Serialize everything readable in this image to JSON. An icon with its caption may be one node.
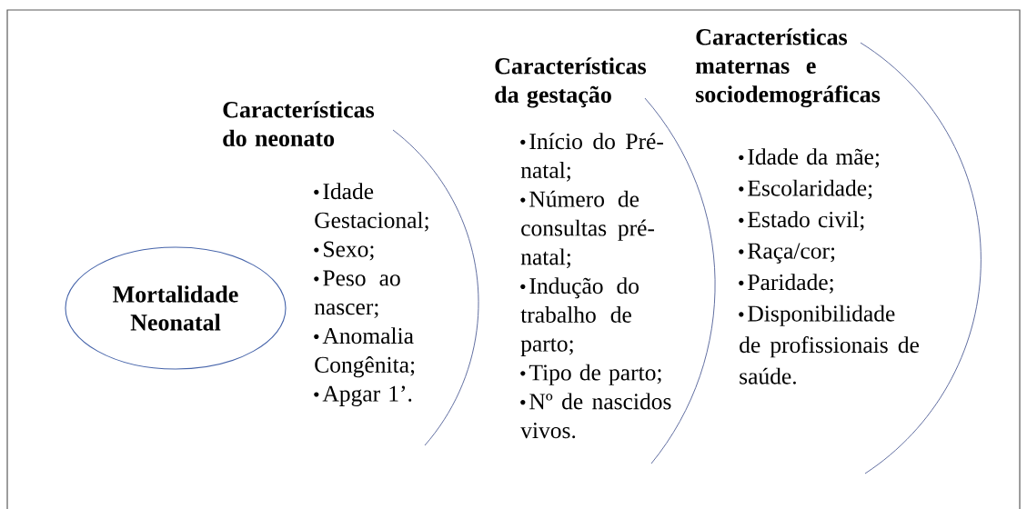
{
  "diagram": {
    "nodes": [
      {
        "text": [
          "Mortalidade Neonatal"
        ]
      },
      {
        "text": [
          "Características do neonato",
          "Idade Gestacional;",
          "Sexo;",
          "Peso ao nascer;",
          "Anomalia Congênita;",
          "Apgar 1’."
        ]
      },
      {
        "text": [
          "Características da gestação",
          "Início do Pré-natal;",
          "Número de consultas pré-natal;",
          "Indução do trabalho de parto;",
          "Tipo de parto;",
          "Nº de nascidos vivos."
        ]
      },
      {
        "text": [
          "Características maternas e sociodemográficas",
          "Idade da mãe;",
          "Escolaridade;",
          "Estado civil;",
          "Raça/cor;",
          "Paridade;",
          "Disponibilidade de profissionais de saúde."
        ]
      }
    ]
  }
}
